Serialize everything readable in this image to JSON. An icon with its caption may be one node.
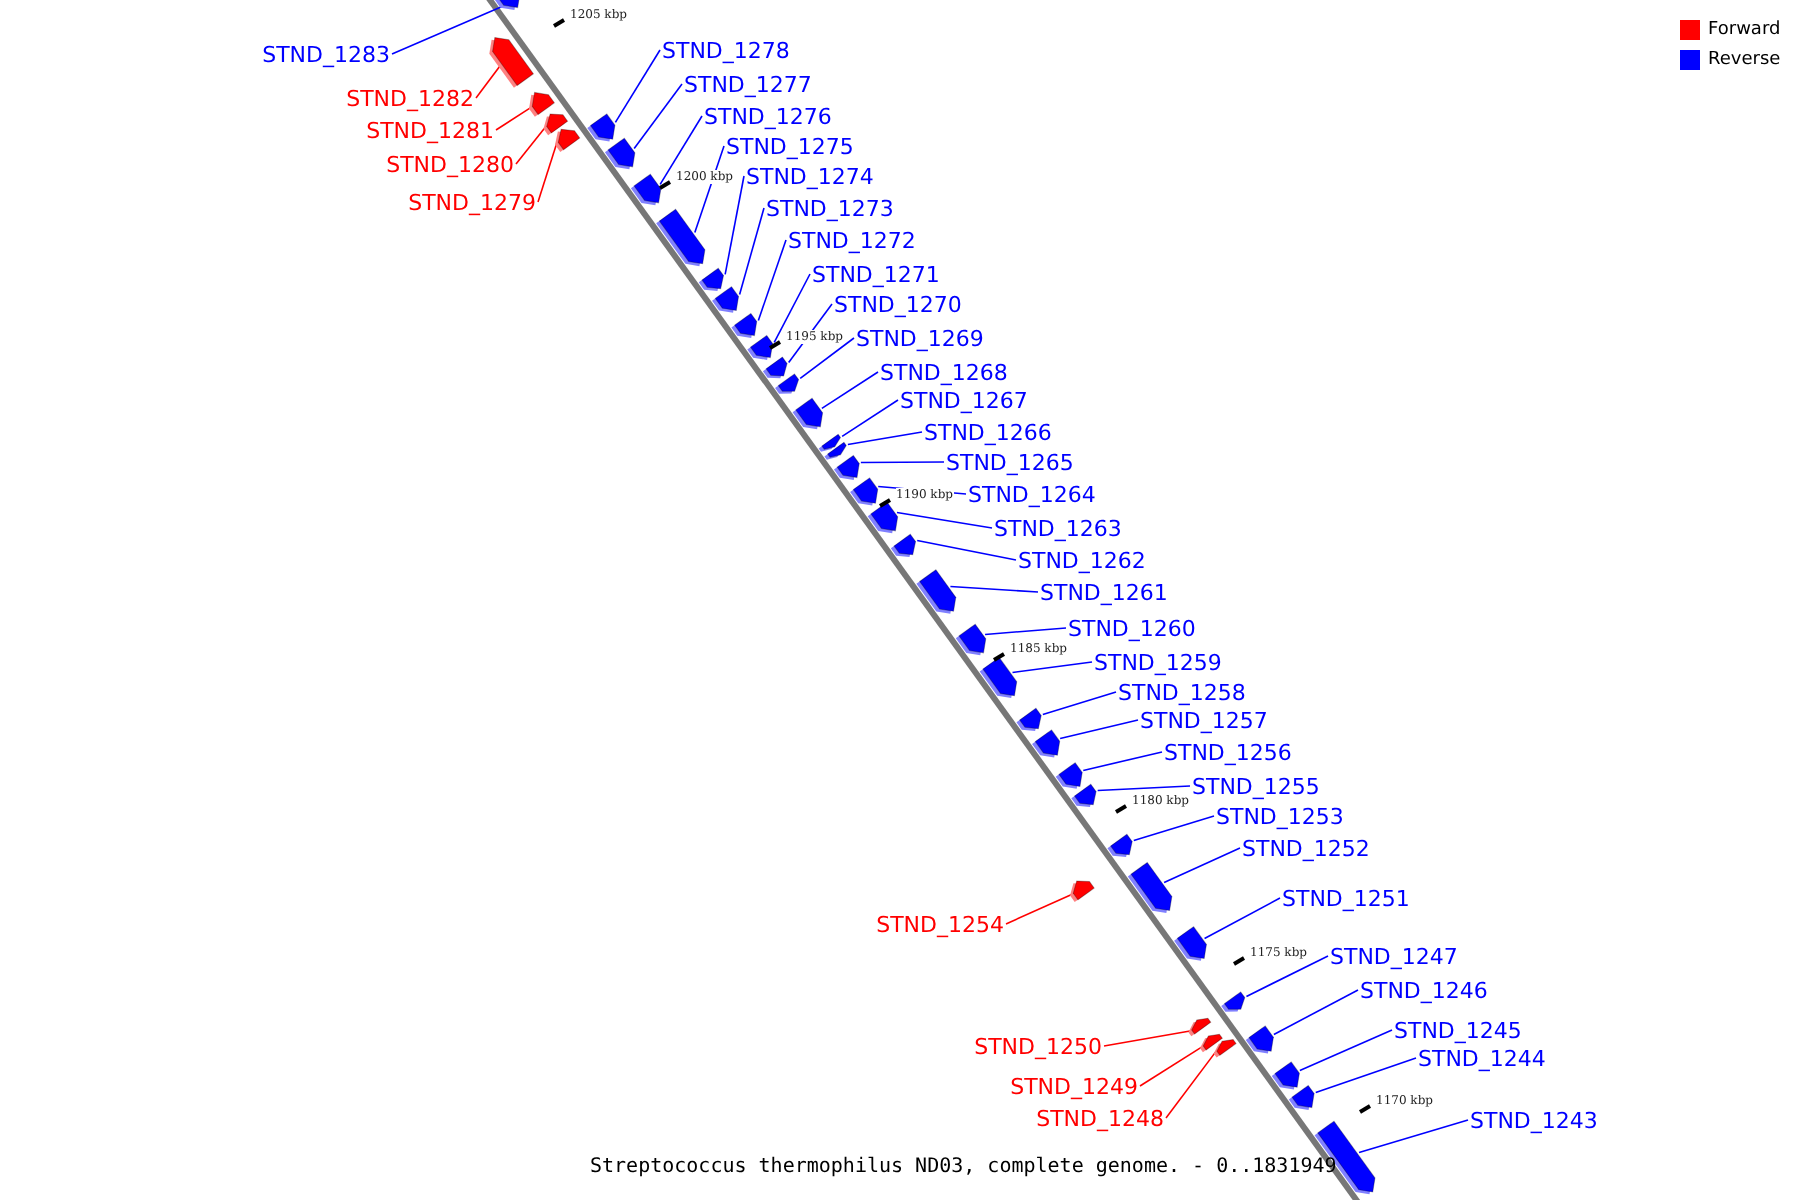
{
  "diagram": {
    "caption": "Streptococcus thermophilus ND03, complete genome. - 0..1831949",
    "nodes": [
      {
        "text": [
          "STND_1283"
        ]
      },
      {
        "text": [],
        "shape": "arrow"
      },
      {
        "text": [
          "STND_1282"
        ]
      },
      {
        "text": [],
        "shape": "arrow"
      },
      {
        "text": [
          "STND_1281"
        ]
      },
      {
        "text": [],
        "shape": "arrow"
      },
      {
        "text": [
          "STND_1280"
        ]
      },
      {
        "text": [],
        "shape": "arrow"
      },
      {
        "text": [
          "STND_1279"
        ]
      },
      {
        "text": [],
        "shape": "arrow"
      },
      {
        "text": [
          "STND_1278"
        ]
      },
      {
        "text": [],
        "shape": "arrow"
      },
      {
        "text": [
          "STND_1277"
        ]
      },
      {
        "text": [],
        "shape": "arrow"
      },
      {
        "text": [
          "STND_1276"
        ]
      },
      {
        "text": [],
        "shape": "arrow"
      },
      {
        "text": [
          "STND_1275"
        ]
      },
      {
        "text": [],
        "shape": "arrow"
      },
      {
        "text": [
          "STND_1274"
        ]
      },
      {
        "text": [],
        "shape": "arrow"
      },
      {
        "text": [
          "STND_1273"
        ]
      },
      {
        "text": [],
        "shape": "arrow"
      },
      {
        "text": [
          "STND_1272"
        ]
      },
      {
        "text": [],
        "shape": "arrow"
      },
      {
        "text": [
          "STND_1271"
        ]
      },
      {
        "text": [],
        "shape": "arrow"
      },
      {
        "text": [
          "STND_1270"
        ]
      },
      {
        "text": [],
        "shape": "arrow"
      },
      {
        "text": [
          "STND_1269"
        ]
      },
      {
        "text": [],
        "shape": "arrow"
      },
      {
        "text": [
          "STND_1268"
        ]
      },
      {
        "text": [],
        "shape": "arrow"
      },
      {
        "text": [
          "STND_1267"
        ]
      },
      {
        "text": [],
        "shape": "arrow"
      },
      {
        "text": [
          "STND_1266"
        ]
      },
      {
        "text": [],
        "shape": "arrow"
      },
      {
        "text": [
          "STND_1265"
        ]
      },
      {
        "text": [],
        "shape": "arrow"
      },
      {
        "text": [
          "STND_1264"
        ]
      },
      {
        "text": [],
        "shape": "arrow"
      },
      {
        "text": [
          "STND_1263"
        ]
      },
      {
        "text": [],
        "shape": "arrow"
      },
      {
        "text": [
          "STND_1262"
        ]
      },
      {
        "text": [],
        "shape": "arrow"
      },
      {
        "text": [
          "STND_1261"
        ]
      },
      {
        "text": [],
        "shape": "arrow"
      },
      {
        "text": [
          "STND_1260"
        ]
      },
      {
        "text": [],
        "shape": "arrow"
      },
      {
        "text": [
          "STND_1259"
        ]
      },
      {
        "text": [],
        "shape": "arrow"
      },
      {
        "text": [
          "STND_1258"
        ]
      },
      {
        "text": [],
        "shape": "arrow"
      },
      {
        "text": [
          "STND_1257"
        ]
      },
      {
        "text": [],
        "shape": "arrow"
      },
      {
        "text": [
          "STND_1256"
        ]
      },
      {
        "text": [],
        "shape": "arrow"
      },
      {
        "text": [
          "STND_1255"
        ]
      },
      {
        "text": [],
        "shape": "arrow"
      },
      {
        "text": [
          "STND_1253"
        ]
      },
      {
        "text": [],
        "shape": "arrow"
      },
      {
        "text": [
          "STND_1254"
        ]
      },
      {
        "text": [],
        "shape": "arrow"
      },
      {
        "text": [
          "STND_1252"
        ]
      },
      {
        "text": [],
        "shape": "arrow"
      },
      {
        "text": [
          "STND_1251"
        ]
      },
      {
        "text": [],
        "shape": "arrow"
      },
      {
        "text": [
          "STND_1247"
        ]
      },
      {
        "text": [],
        "shape": "arrow"
      },
      {
        "text": [
          "STND_1246"
        ]
      },
      {
        "text": [],
        "shape": "arrow"
      },
      {
        "text": [
          "STND_1250"
        ]
      },
      {
        "text": [],
        "shape": "arrow"
      },
      {
        "text": [
          "STND_1249"
        ]
      },
      {
        "text": [],
        "shape": "arrow"
      },
      {
        "text": [
          "STND_1245"
        ]
      },
      {
        "text": [],
        "shape": "arrow"
      },
      {
        "text": [
          "STND_1248"
        ]
      },
      {
        "text": [],
        "shape": "arrow"
      },
      {
        "text": [
          "STND_1244"
        ]
      },
      {
        "text": [],
        "shape": "arrow"
      },
      {
        "text": [
          "STND_1243"
        ]
      },
      {
        "text": [],
        "shape": "arrow"
      }
    ],
    "edges": [
      {
        "from": 0,
        "to": 1,
        "arrow": "none"
      },
      {
        "from": 2,
        "to": 3,
        "arrow": "none",
        "color": "#ff0000"
      },
      {
        "from": 4,
        "to": 5,
        "arrow": "none",
        "color": "#ff0000"
      },
      {
        "from": 6,
        "to": 7,
        "arrow": "none",
        "color": "#ff0000"
      },
      {
        "from": 8,
        "to": 9,
        "arrow": "none",
        "color": "#ff0000"
      },
      {
        "from": 10,
        "to": 11,
        "arrow": "none"
      },
      {
        "from": 12,
        "to": 13,
        "arrow": "none"
      },
      {
        "from": 14,
        "to": 15,
        "arrow": "none"
      },
      {
        "from": 16,
        "to": 17,
        "arrow": "none"
      },
      {
        "from": 18,
        "to": 19,
        "arrow": "none"
      },
      {
        "from": 20,
        "to": 21,
        "arrow": "none"
      },
      {
        "from": 22,
        "to": 23,
        "arrow": "none"
      },
      {
        "from": 24,
        "to": 25,
        "arrow": "none"
      },
      {
        "from": 26,
        "to": 27,
        "arrow": "none"
      },
      {
        "from": 28,
        "to": 29,
        "arrow": "none"
      },
      {
        "from": 30,
        "to": 31,
        "arrow": "none"
      },
      {
        "from": 32,
        "to": 33,
        "arrow": "none"
      },
      {
        "from": 34,
        "to": 35,
        "arrow": "none"
      },
      {
        "from": 36,
        "to": 37,
        "arrow": "none"
      },
      {
        "from": 38,
        "to": 39,
        "arrow": "none"
      },
      {
        "from": 40,
        "to": 41,
        "arrow": "none"
      },
      {
        "from": 42,
        "to": 43,
        "arrow": "none"
      },
      {
        "from": 44,
        "to": 45,
        "arrow": "none"
      },
      {
        "from": 46,
        "to": 47,
        "arrow": "none"
      },
      {
        "from": 48,
        "to": 49,
        "arrow": "none"
      },
      {
        "from": 50,
        "to": 51,
        "arrow": "none"
      },
      {
        "from": 52,
        "to": 53,
        "arrow": "none"
      },
      {
        "from": 54,
        "to": 55,
        "arrow": "none"
      },
      {
        "from": 56,
        "to": 57,
        "arrow": "none"
      },
      {
        "from": 58,
        "to": 59,
        "arrow": "none"
      },
      {
        "from": 60,
        "to": 61,
        "arrow": "none",
        "color": "#ff0000"
      },
      {
        "from": 62,
        "to": 63,
        "arrow": "none"
      },
      {
        "from": 64,
        "to": 65,
        "arrow": "none"
      },
      {
        "from": 66,
        "to": 67,
        "arrow": "none"
      },
      {
        "from": 68,
        "to": 69,
        "arrow": "none"
      },
      {
        "from": 70,
        "to": 71,
        "arrow": "none",
        "color": "#ff0000"
      },
      {
        "from": 72,
        "to": 73,
        "arrow": "none",
        "color": "#ff0000"
      },
      {
        "from": 74,
        "to": 75,
        "arrow": "none"
      },
      {
        "from": 76,
        "to": 77,
        "arrow": "none",
        "color": "#ff0000"
      },
      {
        "from": 78,
        "to": 79,
        "arrow": "none"
      },
      {
        "from": 80,
        "to": 81,
        "arrow": "none"
      }
    ],
    "labels": [
      "1205 kbp",
      "1200 kbp",
      "1195 kbp",
      "1190 kbp",
      "1185 kbp",
      "1180 kbp",
      "1175 kbp",
      "1170 kbp"
    ],
    "legend": [
      {
        "text": "Forward",
        "color": "#ff0000"
      },
      {
        "text": "Reverse",
        "color": "#0000ff"
      }
    ]
  }
}
